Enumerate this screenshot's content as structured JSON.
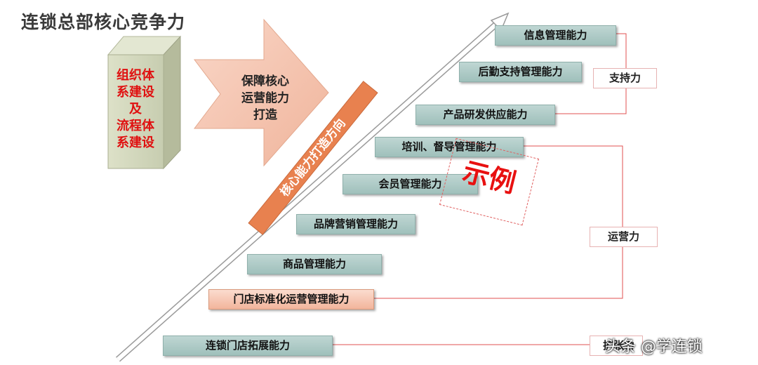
{
  "title": "连锁总部核心竞争力",
  "cube_text": [
    "组织体",
    "系建设",
    "及",
    "流程体",
    "系建设"
  ],
  "arrow_text": [
    "保障核心",
    "运营能力",
    "打造"
  ],
  "band_text": "核心能力打造方向",
  "capabilities": [
    "信息管理能力",
    "后勤支持管理能力",
    "产品研发供应能力",
    "培训、督导管理能力",
    "会员管理能力",
    "品牌营销管理能力",
    "商品管理能力",
    "门店标准化运营管理能力",
    "连锁门店拓展能力"
  ],
  "categories": {
    "support": "支持力",
    "operation": "运营力",
    "expansion": "扩张力"
  },
  "stamp": "示例",
  "watermark": "头条 @学连锁",
  "colors": {
    "box_teal": "#a9c8c4",
    "box_orange": "#f5c0a8",
    "band_orange": "#e8814f",
    "cube_face": "#cdd3b6",
    "connector_red": "#e05050",
    "stamp_red": "#e81010"
  }
}
